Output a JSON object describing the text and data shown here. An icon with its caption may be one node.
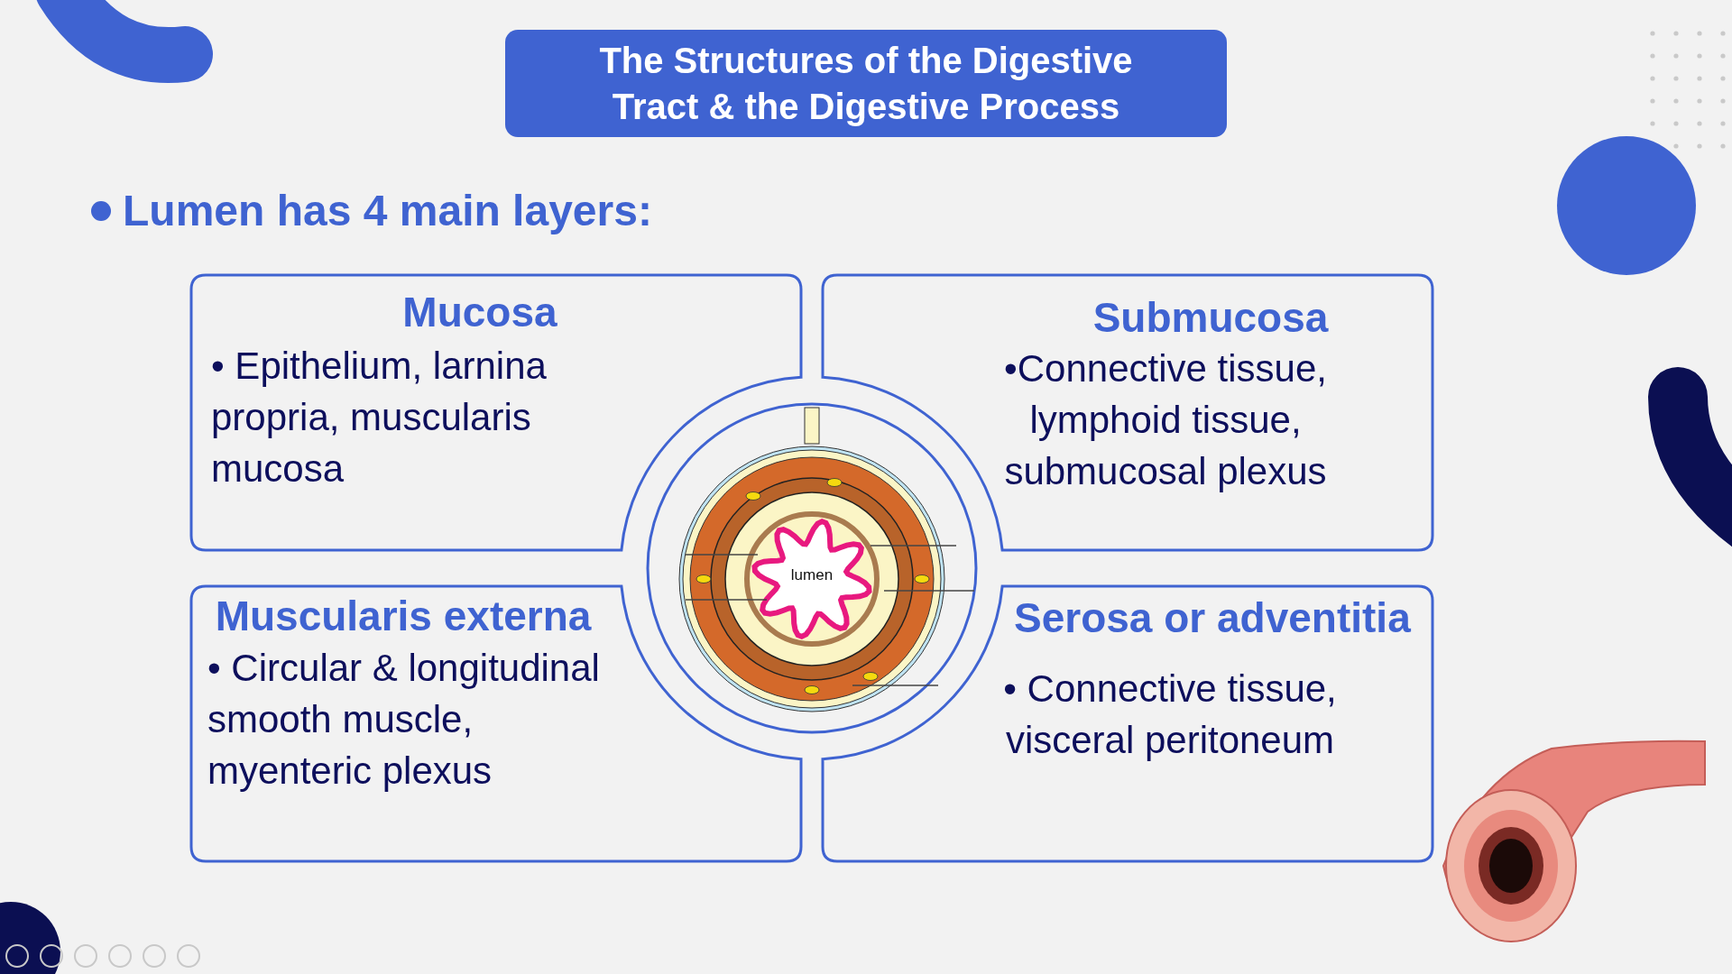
{
  "diagram": {
    "title": "The Structures of the Digestive Tract & the Digestive Process",
    "nodes": [
      {
        "text": [
          "Mucosa",
          "• Epithelium, larnina propria, muscularis mucosa"
        ]
      },
      {
        "text": [
          "Submucosa",
          "•Connective tissue, lymphoid tissue, submucosal plexus"
        ]
      },
      {
        "text": [
          "Muscularis externa",
          "• Circular & longitudinal smooth muscle, myenteric plexus"
        ]
      },
      {
        "text": [
          "Serosa or adventitia",
          "• Connective tissue, visceral peritoneum"
        ]
      }
    ],
    "labels": [
      "Lumen has 4 main layers:",
      "lumen"
    ]
  }
}
